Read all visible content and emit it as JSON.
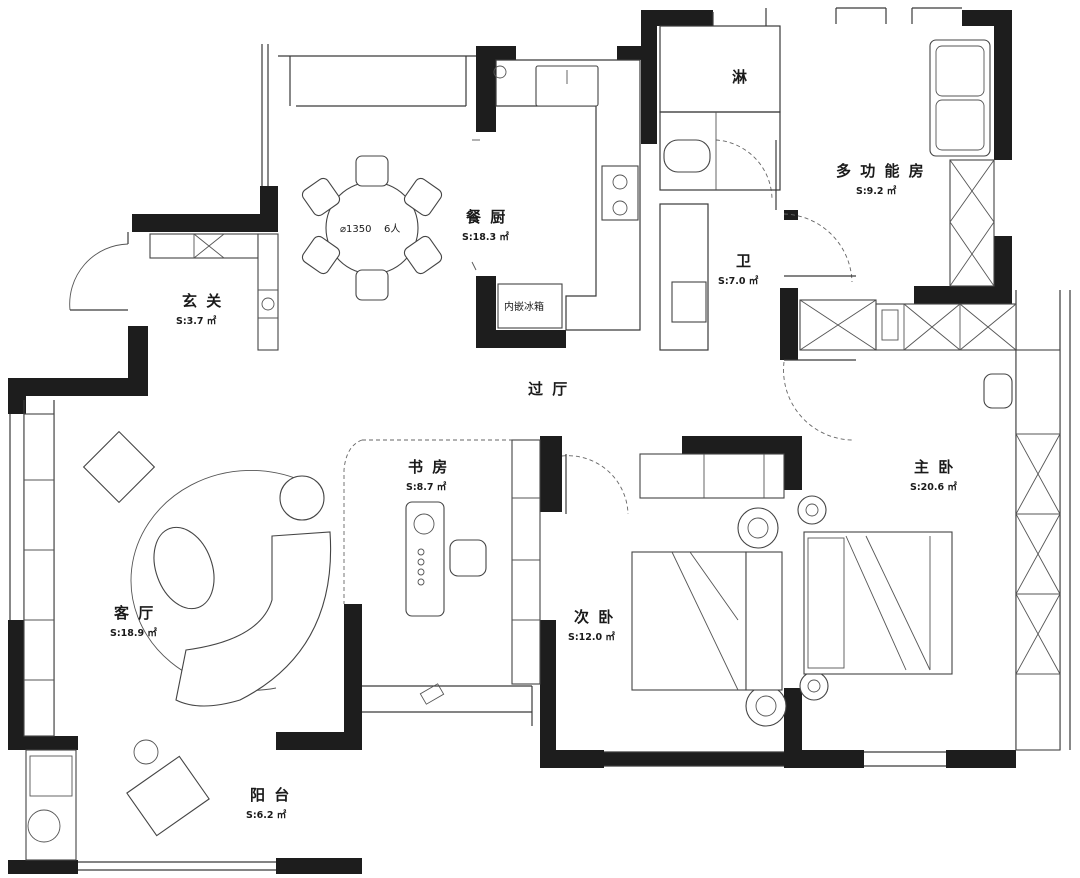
{
  "rooms": {
    "entrance": {
      "name": "玄 关",
      "area": "S:3.7 ㎡"
    },
    "dining_kitchen": {
      "name": "餐 厨",
      "area": "S:18.3 ㎡"
    },
    "shower": {
      "name": "淋"
    },
    "bathroom": {
      "name": "卫",
      "area": "S:7.0 ㎡"
    },
    "multi_room": {
      "name": "多 功 能 房",
      "area": "S:9.2 ㎡"
    },
    "hall": {
      "name": "过 厅"
    },
    "study": {
      "name": "书 房",
      "area": "S:8.7 ㎡"
    },
    "living": {
      "name": "客 厅",
      "area": "S:18.9 ㎡"
    },
    "second_bedroom": {
      "name": "次 卧",
      "area": "S:12.0 ㎡"
    },
    "master_bedroom": {
      "name": "主 卧",
      "area": "S:20.6 ㎡"
    },
    "balcony": {
      "name": "阳 台",
      "area": "S:6.2 ㎡"
    }
  },
  "labels": {
    "table_diameter": "⌀1350",
    "table_seats": "6人",
    "fridge": "内嵌冰箱"
  },
  "icons": [
    "dining-table-icon",
    "chair-icon",
    "stove-icon",
    "sink-icon",
    "toilet-icon",
    "bed-icon",
    "sofa-icon",
    "armchair-icon",
    "wardrobe-icon",
    "desk-icon",
    "washing-machine-icon"
  ]
}
